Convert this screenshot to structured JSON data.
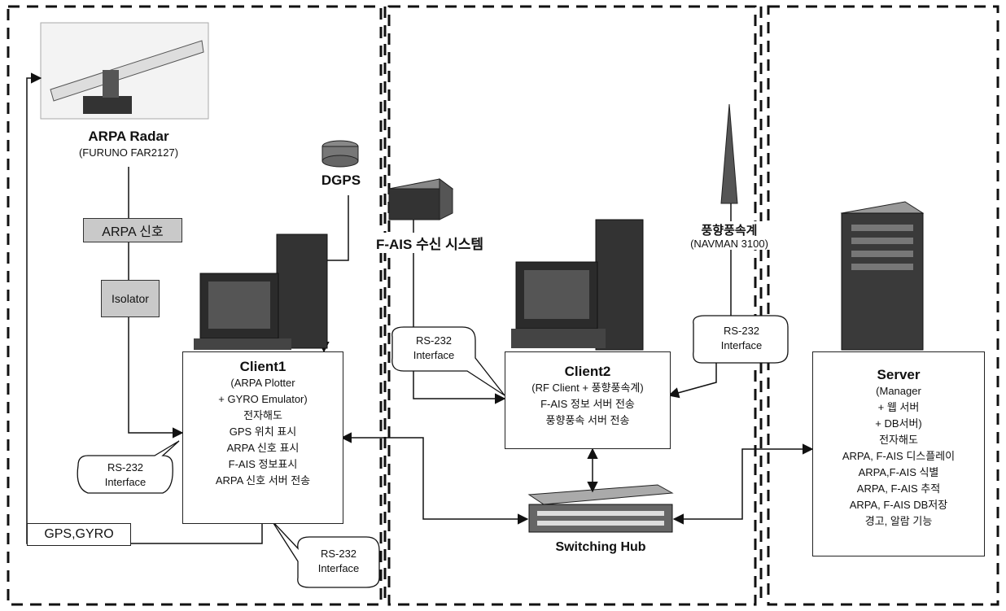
{
  "radar": {
    "title": "ARPA Radar",
    "model": "(FURUNO FAR2127)"
  },
  "arpa_signal": "ARPA 신호",
  "isolator": "Isolator",
  "dgps": "DGPS",
  "fais_rx": "F-AIS 수신 시스템",
  "anemometer": {
    "title": "풍향풍속계",
    "model": "(NAVMAN 3100)"
  },
  "client1": {
    "title": "Client1",
    "lines": [
      "(ARPA Plotter",
      "+ GYRO Emulator)",
      "전자해도",
      "GPS 위치 표시",
      "ARPA 신호 표시",
      "F-AIS 정보표시",
      "ARPA 신호 서버 전송"
    ]
  },
  "client2": {
    "title": "Client2",
    "lines": [
      "(RF Client + 풍향풍속계)",
      "F-AIS 정보 서버 전송",
      "풍향풍속 서버 전송"
    ]
  },
  "server": {
    "title": "Server",
    "lines": [
      "(Manager",
      "+ 웹 서버",
      "+ DB서버)",
      "전자해도",
      "ARPA, F-AIS 디스플레이",
      "ARPA,F-AIS 식별",
      "ARPA, F-AIS 추적",
      "ARPA, F-AIS DB저장",
      "경고, 알람 기능"
    ]
  },
  "gps_gyro": "GPS,GYRO",
  "switching_hub": "Switching Hub",
  "callouts": {
    "rs232_a": [
      "RS-232",
      "Interface"
    ],
    "rs232_b": [
      "RS-232",
      "Interface"
    ],
    "rs232_c": [
      "RS-232",
      "Interface"
    ],
    "rs232_d": [
      "RS-232",
      "Interface"
    ]
  }
}
